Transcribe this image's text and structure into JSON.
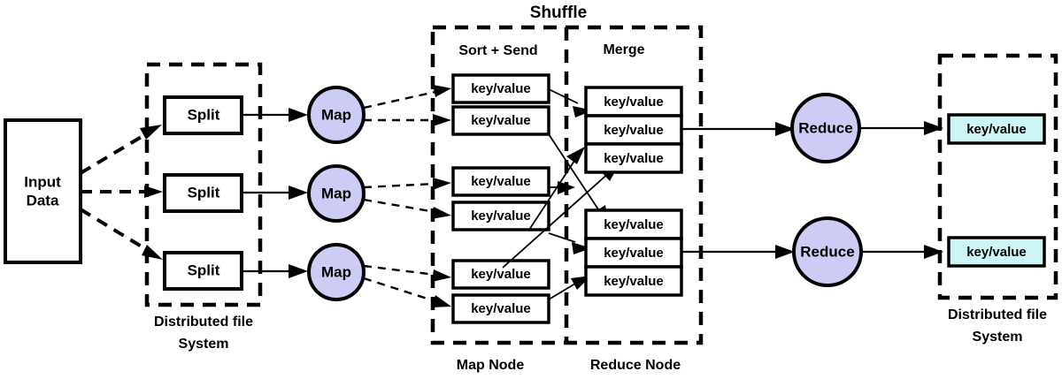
{
  "diagram": {
    "title": "Shuffle",
    "kv_label": "key/value",
    "sections": {
      "sort_send": "Sort + Send",
      "merge": "Merge"
    },
    "captions": {
      "dfs_left": "Distributed file",
      "dfs_left_2": "System",
      "map_node": "Map Node",
      "reduce_node": "Reduce Node",
      "dfs_right": "Distributed file",
      "dfs_right_2": "System"
    },
    "input": {
      "line1": "Input",
      "line2": "Data"
    },
    "splits": [
      {
        "label": "Split"
      },
      {
        "label": "Split"
      },
      {
        "label": "Split"
      }
    ],
    "mappers": [
      {
        "label": "Map"
      },
      {
        "label": "Map"
      },
      {
        "label": "Map"
      }
    ],
    "reducers": [
      {
        "label": "Reduce"
      },
      {
        "label": "Reduce"
      }
    ],
    "sort_send_boxes": [
      {
        "label": "key/value"
      },
      {
        "label": "key/value"
      },
      {
        "label": "key/value"
      },
      {
        "label": "key/value"
      },
      {
        "label": "key/value"
      },
      {
        "label": "key/value"
      }
    ],
    "merge_groups": [
      {
        "rows": [
          {
            "label": "key/value"
          },
          {
            "label": "key/value"
          },
          {
            "label": "key/value"
          }
        ]
      },
      {
        "rows": [
          {
            "label": "key/value"
          },
          {
            "label": "key/value"
          },
          {
            "label": "key/value"
          }
        ]
      }
    ],
    "outputs": [
      {
        "label": "key/value"
      },
      {
        "label": "key/value"
      }
    ],
    "colors": {
      "node_fill": "#CCCCF5",
      "output_fill": "#CCF5F5",
      "stroke": "#000000",
      "background": "#FFFFFF"
    }
  }
}
